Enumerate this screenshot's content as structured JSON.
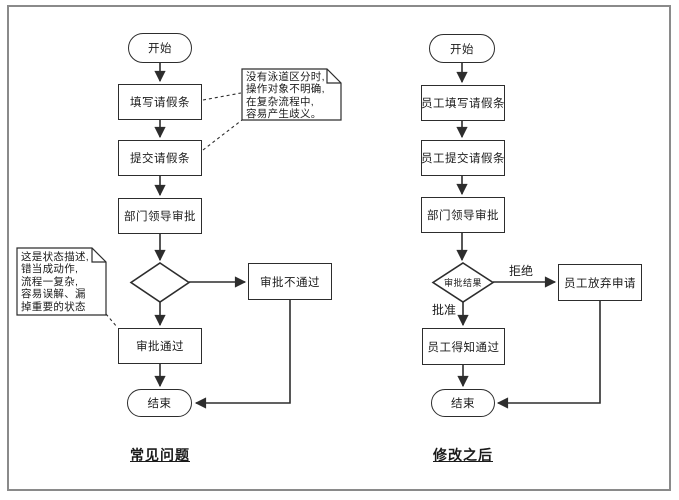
{
  "colors": {
    "bg": "#ffffff",
    "frame": "#8a8a8a",
    "line": "#2d2d2d",
    "text": "#1b1b1b"
  },
  "left": {
    "caption": "常见问题",
    "start": "开始",
    "fill_form": "填写请假条",
    "submit_form": "提交请假条",
    "leader_review": "部门领导审批",
    "not_approved": "审批不通过",
    "approved": "审批通过",
    "end": "结束",
    "note_top": {
      "lines": [
        "没有泳道区分时,",
        "操作对象不明确,",
        "在复杂流程中,",
        "容易产生歧义。"
      ]
    },
    "note_left": {
      "lines": [
        "这是状态描述,",
        "错当成动作,",
        "流程一复杂,",
        "容易误解、漏",
        "掉重要的状态"
      ]
    }
  },
  "right": {
    "caption": "修改之后",
    "start": "开始",
    "fill_form": "员工填写请假条",
    "submit_form": "员工提交请假条",
    "leader_review": "部门领导审批",
    "decision": "审批结果",
    "reject_edge": "拒绝",
    "approve_edge": "批准",
    "abandon": "员工放弃申请",
    "informed": "员工得知通过",
    "end": "结束"
  }
}
